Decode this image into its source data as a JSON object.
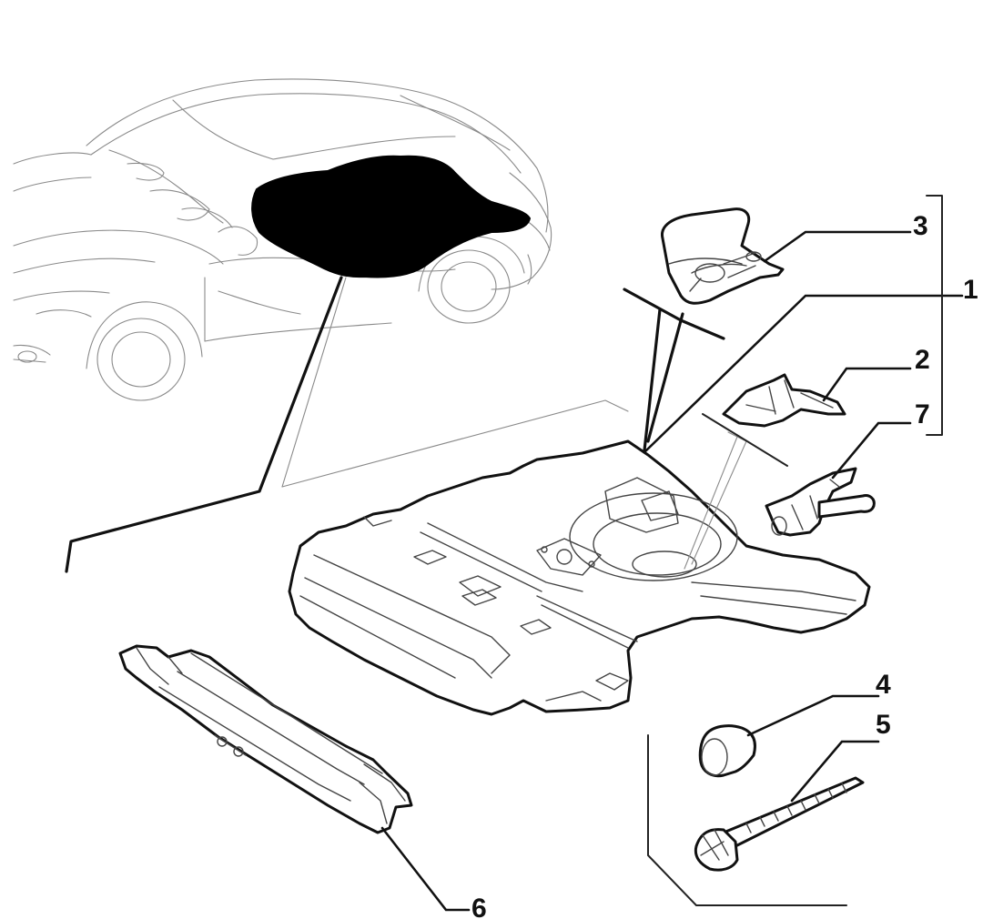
{
  "diagram": {
    "callouts": {
      "c1": "1",
      "c2": "2",
      "c3": "3",
      "c4": "4",
      "c5": "5",
      "c6": "6",
      "c7": "7"
    },
    "colors": {
      "highlight_area": "#000000",
      "outline": "#111111",
      "car_sketch": "#8a8a8a"
    }
  }
}
